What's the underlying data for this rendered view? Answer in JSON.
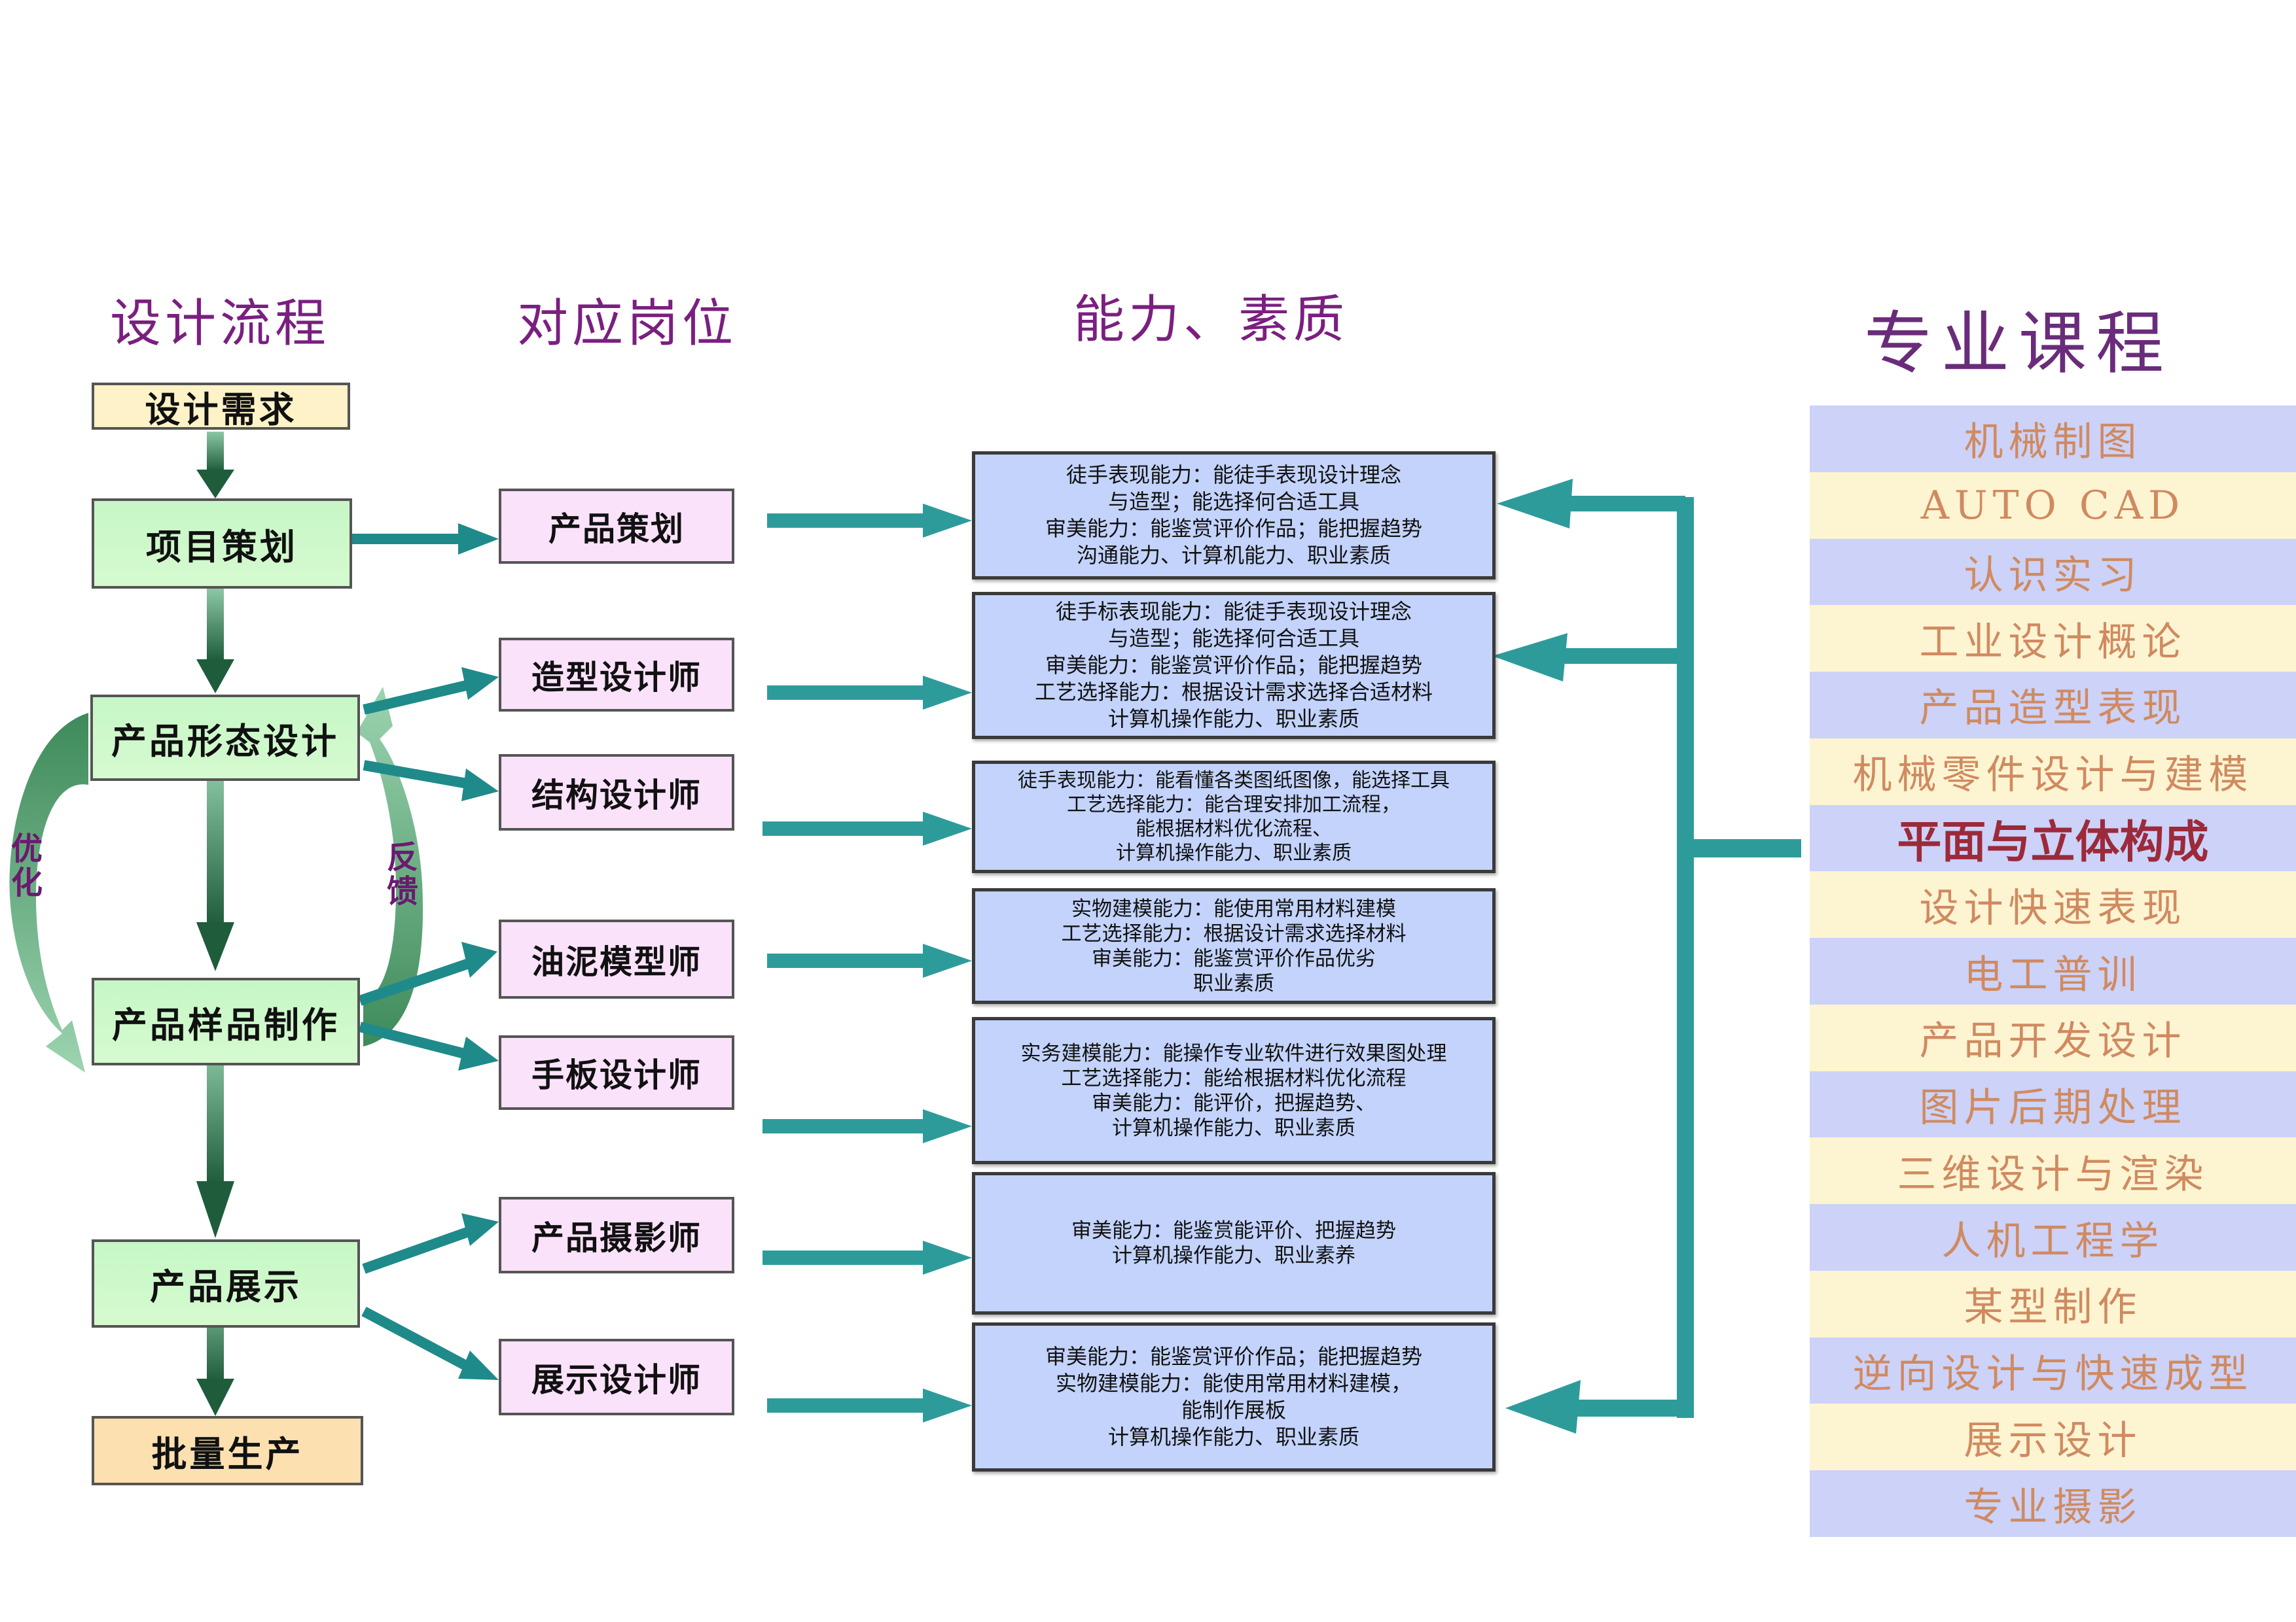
{
  "headers": {
    "process": "设计流程",
    "positions": "对应岗位",
    "abilities": "能力、素质",
    "courses": "专业课程"
  },
  "flow_steps": [
    {
      "label": "设计需求",
      "style": "yellow"
    },
    {
      "label": "项目策划",
      "style": "green"
    },
    {
      "label": "产品形态设计",
      "style": "green"
    },
    {
      "label": "产品样品制作",
      "style": "green"
    },
    {
      "label": "产品展示",
      "style": "green"
    },
    {
      "label": "批量生产",
      "style": "orange"
    }
  ],
  "loop_labels": {
    "left": "优化",
    "right": "反馈"
  },
  "positions": [
    {
      "label": "产品策划"
    },
    {
      "label": "造型设计师"
    },
    {
      "label": "结构设计师"
    },
    {
      "label": "油泥模型师"
    },
    {
      "label": "手板设计师"
    },
    {
      "label": "产品摄影师"
    },
    {
      "label": "展示设计师"
    }
  ],
  "abilities": [
    {
      "lines": [
        "徒手表现能力：能徒手表现设计理念",
        "与造型；能选择何合适工具",
        "审美能力：能鉴赏评价作品；能把握趋势",
        "沟通能力、计算机能力、职业素质"
      ]
    },
    {
      "lines": [
        "徒手标表现能力：能徒手表现设计理念",
        "与造型；能选择何合适工具",
        "审美能力：能鉴赏评价作品；能把握趋势",
        "工艺选择能力：根据设计需求选择合适材料",
        "计算机操作能力、职业素质"
      ]
    },
    {
      "lines": [
        "徒手表现能力：能看懂各类图纸图像，能选择工具",
        "工艺选择能力：能合理安排加工流程，",
        "能根据材料优化流程、",
        "计算机操作能力、职业素质"
      ]
    },
    {
      "lines": [
        "实物建模能力：能使用常用材料建模",
        "工艺选择能力：根据设计需求选择材料",
        "审美能力：能鉴赏评价作品优劣",
        "职业素质"
      ]
    },
    {
      "lines": [
        "实务建模能力：能操作专业软件进行效果图处理",
        "工艺选择能力：能给根据材料优化流程",
        "审美能力：能评价，把握趋势、",
        "计算机操作能力、职业素质"
      ]
    },
    {
      "lines": [
        "审美能力：能鉴赏能评价、把握趋势",
        "计算机操作能力、职业素养"
      ]
    },
    {
      "lines": [
        "审美能力：能鉴赏评价作品；能把握趋势",
        "实物建模能力：能使用常用材料建模，",
        "能制作展板",
        "计算机操作能力、职业素质"
      ]
    }
  ],
  "courses": [
    {
      "label": "机械制图",
      "highlight": false
    },
    {
      "label": "AUTO CAD",
      "highlight": false
    },
    {
      "label": "认识实习",
      "highlight": false
    },
    {
      "label": "工业设计概论",
      "highlight": false
    },
    {
      "label": "产品造型表现",
      "highlight": false
    },
    {
      "label": "机械零件设计与建模",
      "highlight": false
    },
    {
      "label": "平面与立体构成",
      "highlight": true
    },
    {
      "label": "设计快速表现",
      "highlight": false
    },
    {
      "label": "电工普训",
      "highlight": false
    },
    {
      "label": "产品开发设计",
      "highlight": false
    },
    {
      "label": "图片后期处理",
      "highlight": false
    },
    {
      "label": "三维设计与渲染",
      "highlight": false
    },
    {
      "label": "人机工程学",
      "highlight": false
    },
    {
      "label": "某型制作",
      "highlight": false
    },
    {
      "label": "逆向设计与快速成型",
      "highlight": false
    },
    {
      "label": "展示设计",
      "highlight": false
    },
    {
      "label": "专业摄影",
      "highlight": false
    }
  ],
  "colors": {
    "connector_teal": "#2e9b9b",
    "flow_arrow_dark": "#1f5c3c",
    "flow_arrow_light": "#7fc09a",
    "header_purple": "#7a1f80",
    "course_text": "#d08a60",
    "course_highlight": "#9c2a3a"
  }
}
